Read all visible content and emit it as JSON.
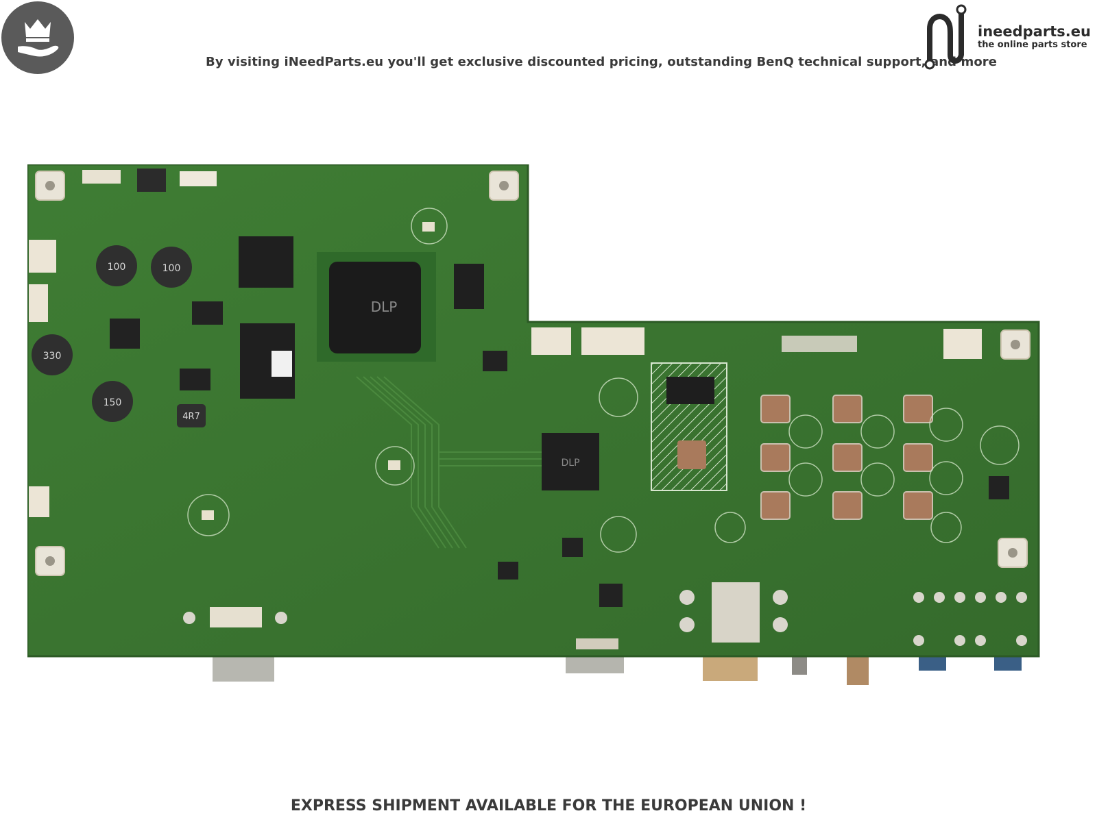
{
  "header": {
    "tagline": "By visiting iNeedParts.eu you'll get exclusive discounted pricing, outstanding BenQ technical support, and more",
    "brand_name": "ineedparts.eu",
    "brand_sub": "the online parts store"
  },
  "board": {
    "chip_main": "DLP",
    "chip_second": "DLP",
    "inductors": [
      "100",
      "100",
      "330",
      "150",
      "4R7"
    ]
  },
  "footer": {
    "text": "EXPRESS SHIPMENT AVAILABLE FOR THE EUROPEAN UNION !"
  },
  "colors": {
    "pcb": "#3f7a33",
    "pcb_dark": "#2f5f27",
    "badge": "#5a5a5a",
    "text": "#3a3a3a"
  }
}
